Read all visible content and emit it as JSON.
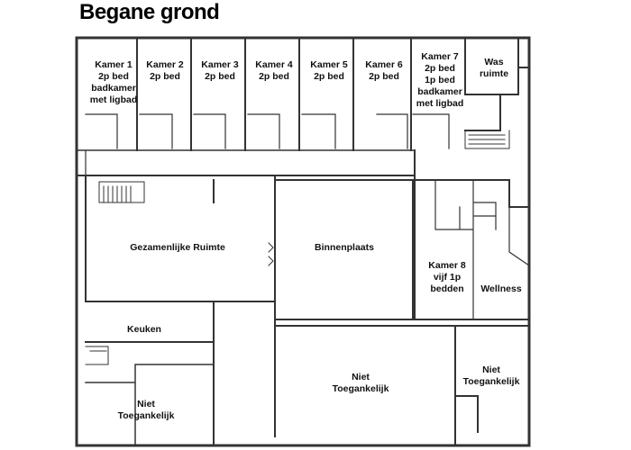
{
  "title": "Begane grond",
  "rooms": {
    "kamer1": [
      "Kamer 1",
      "2p bed",
      "badkamer",
      "met ligbad"
    ],
    "kamer2": [
      "Kamer 2",
      "2p bed"
    ],
    "kamer3": [
      "Kamer 3",
      "2p bed"
    ],
    "kamer4": [
      "Kamer 4",
      "2p bed"
    ],
    "kamer5": [
      "Kamer 5",
      "2p bed"
    ],
    "kamer6": [
      "Kamer 6",
      "2p bed"
    ],
    "kamer7": [
      "Kamer 7",
      "2p bed",
      "1p bed",
      "badkamer",
      "met ligbad"
    ],
    "was": [
      "Was",
      "ruimte"
    ],
    "gezamenlijk": [
      "Gezamenlijke Ruimte"
    ],
    "binnenplaats": [
      "Binnenplaats"
    ],
    "kamer8": [
      "Kamer 8",
      "vijf 1p",
      "bedden"
    ],
    "wellness": [
      "Wellness"
    ],
    "keuken": [
      "Keuken"
    ],
    "niet_links": [
      "Niet",
      "Toegankelijk"
    ],
    "niet_midden": [
      "Niet",
      "Toegankelijk"
    ],
    "niet_rechts": [
      "Niet",
      "Toegankelijk"
    ]
  }
}
